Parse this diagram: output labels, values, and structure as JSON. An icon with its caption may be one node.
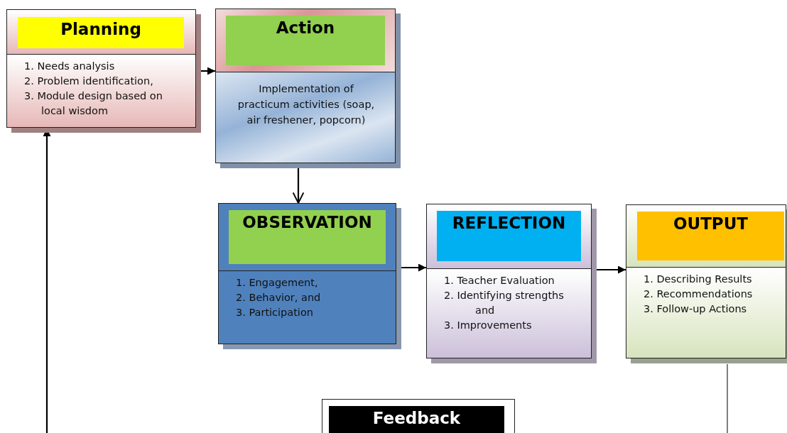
{
  "diagram": {
    "nodes": [
      {
        "text": [
          "Planning",
          "1. Needs analysis",
          "2. Problem identification,",
          "3. Module design based on local wisdom"
        ]
      },
      {
        "text": [
          "Action",
          "Implementation of practicum activities (soap, air freshener, popcorn)"
        ]
      },
      {
        "text": [
          "OBSERVATION",
          "1. Engagement,",
          "2. Behavior, and",
          "3. Participation"
        ]
      },
      {
        "text": [
          "REFLECTION",
          "1. Teacher Evaluation",
          "2. Identifying strengths and",
          "3. Improvements"
        ]
      },
      {
        "text": [
          "OUTPUT",
          "1. Describing Results",
          "2. Recommendations",
          "3. Follow-up Actions"
        ]
      },
      {
        "text": [
          "Feedback"
        ]
      }
    ],
    "edges": [
      {
        "from": 0,
        "to": 1,
        "arrow": "to"
      },
      {
        "from": 1,
        "to": 2,
        "arrow": "to"
      },
      {
        "from": 2,
        "to": 3,
        "arrow": "to"
      },
      {
        "from": 3,
        "to": 4,
        "arrow": "to"
      },
      {
        "from": 4,
        "to": null,
        "arrow": "none"
      },
      {
        "from": null,
        "to": 0,
        "arrow": "to"
      }
    ]
  }
}
